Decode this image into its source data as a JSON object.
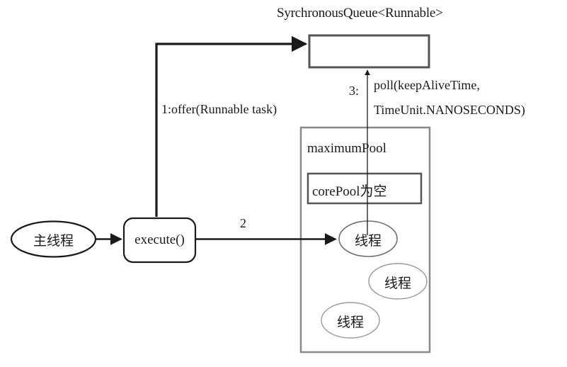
{
  "diagram": {
    "title_note": "Java ThreadPoolExecutor with SynchronousQueue flow",
    "queue": {
      "title": "SyrchronousQueue<Runnable>",
      "contents": ""
    },
    "nodes": {
      "main_thread": "主线程",
      "execute": "execute()",
      "max_pool": "maximumPool",
      "core_pool": "corePool为空",
      "thread_1": "线程",
      "thread_2": "线程",
      "thread_3": "线程"
    },
    "edges": {
      "offer": "1:offer(Runnable task)",
      "step2": "2",
      "step3": "3:",
      "poll_line1": "poll(keepAliveTime,",
      "poll_line2": "TimeUnit.NANOSECONDS)"
    },
    "colors": {
      "stroke_dark": "#1a1a1a",
      "stroke_gray": "#7a7a7a",
      "stroke_light": "#9a9a9a",
      "background": "#ffffff",
      "text": "#1a1a1a"
    }
  }
}
